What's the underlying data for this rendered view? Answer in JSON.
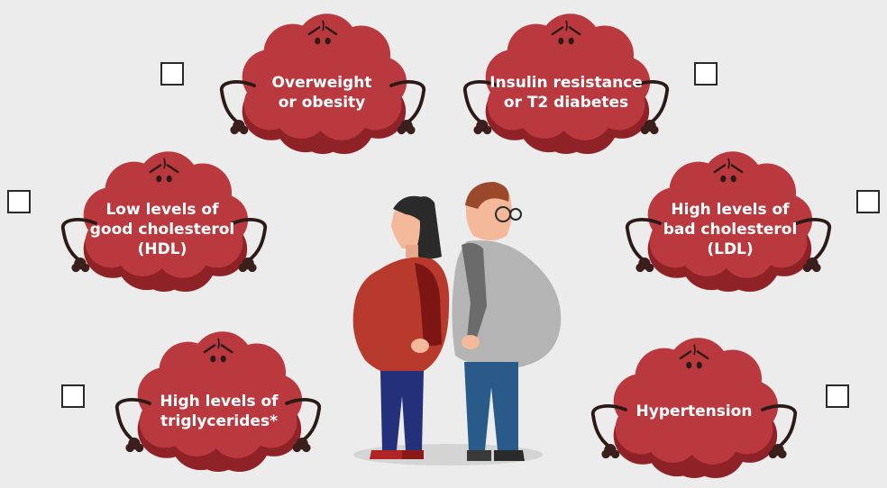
{
  "colors": {
    "background": "#ececec",
    "cloud": "#b9393e",
    "cloud_shadow": "#8f2226",
    "arm": "#2b1a16",
    "hand": "#3a1f1c",
    "text": "#ffffff",
    "checkbox_border": "#2a2a2a"
  },
  "conditions": [
    {
      "id": "overweight",
      "label": "Overweight\nor obesity",
      "checked": false
    },
    {
      "id": "insulin",
      "label": "Insulin resistance\nor T2 diabetes",
      "checked": false
    },
    {
      "id": "hdl",
      "label": "Low levels of\ngood cholesterol\n(HDL)",
      "checked": false
    },
    {
      "id": "ldl",
      "label": "High levels of\nbad cholesterol\n(LDL)",
      "checked": false
    },
    {
      "id": "triglycerides",
      "label": "High levels of\ntriglycerides*",
      "checked": false
    },
    {
      "id": "hypertension",
      "label": "Hypertension",
      "checked": false
    }
  ],
  "icons": [
    "cloud-character-icon",
    "woman-figure-icon",
    "man-figure-icon",
    "checkbox-icon"
  ]
}
